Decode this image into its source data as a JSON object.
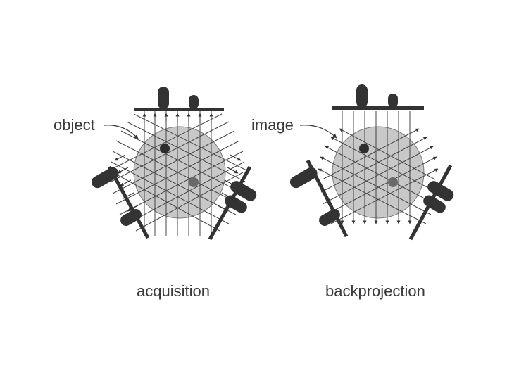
{
  "labels": {
    "object": "object",
    "image": "image",
    "acquisition": "acquisition",
    "backprojection": "backprojection"
  },
  "colors": {
    "disc": "#c8c8c8",
    "ink": "#333333",
    "spot": "#2e2e2e",
    "spot_soft": "#6a6a6a"
  }
}
